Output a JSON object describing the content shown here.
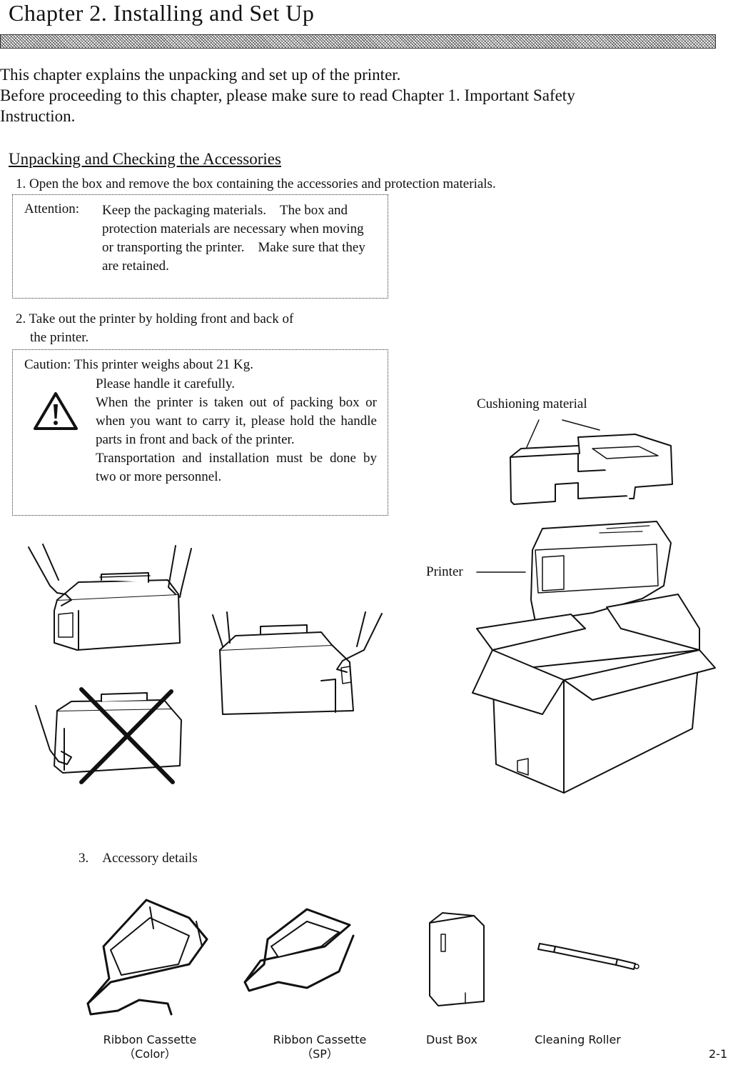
{
  "header": {
    "title": "Chapter 2. Installing and Set Up"
  },
  "intro": {
    "line1": "This chapter explains the unpacking and set up of the printer.",
    "line2": "Before proceeding to this chapter, please make sure to read Chapter 1. Important Safety",
    "line3": "Instruction."
  },
  "section": {
    "title": "Unpacking and Checking the Accessories",
    "step1": "1. Open the box and remove the box containing the accessories and protection materials.",
    "attention_label": "Attention:",
    "attention_text": "Keep the packaging materials.　The box and protection materials are necessary when moving or transporting the printer.　Make sure that they are retained.",
    "step2_line1": "2. Take out the printer by holding front and back of",
    "step2_line2": "the printer.",
    "caution_label": "Caution: This printer weighs about 21 Kg.",
    "caution_lines": [
      "Please handle it carefully.",
      "When the printer is taken out of packing box or when you want to carry it, please hold the handle parts in front and back of the printer.",
      "Transportation and installation must be done by two or more personnel."
    ],
    "step3": "3.　Accessory details"
  },
  "figure": {
    "cushion_label": "Cushioning material",
    "printer_label": "Printer",
    "warning_icon": "warning-triangle-icon"
  },
  "accessories": [
    {
      "name": "Ribbon Cassette",
      "sub": "（Color）"
    },
    {
      "name": "Ribbon Cassette",
      "sub": "（SP）"
    },
    {
      "name": "Dust Box",
      "sub": ""
    },
    {
      "name": "Cleaning Roller",
      "sub": ""
    }
  ],
  "footer": {
    "page": "2-1"
  }
}
